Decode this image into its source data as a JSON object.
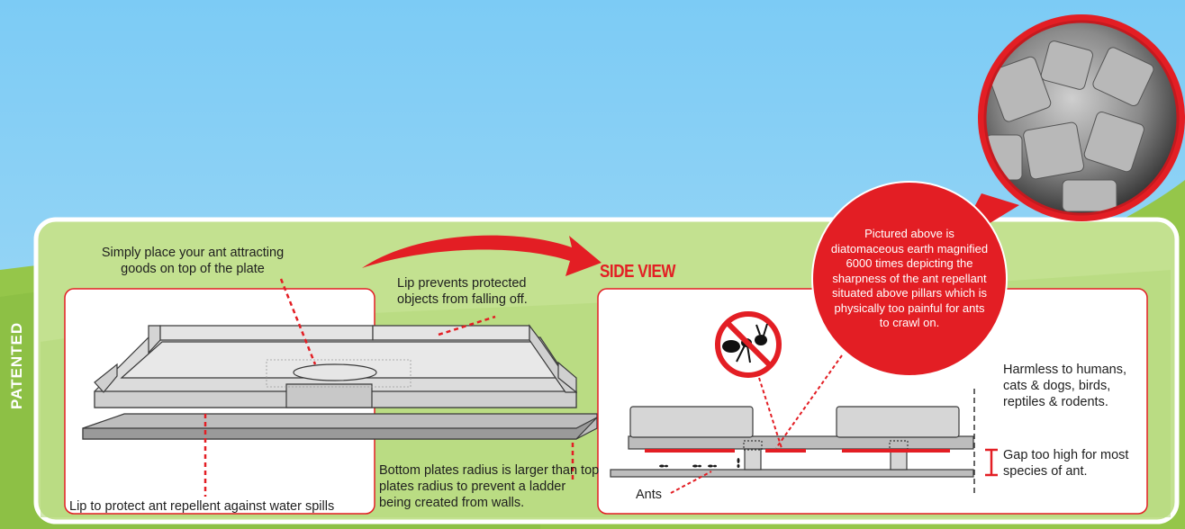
{
  "brand": {
    "patented_label": "PATENTED"
  },
  "callouts": {
    "place_goods": "Simply place your ant attracting goods on top of the plate",
    "lip_prevents": "Lip prevents protected objects from falling off.",
    "lip_protect": "Lip to protect ant repellent against water spills",
    "bottom_plates": "Bottom plates radius is larger than top plates radius to prevent a ladder being created from walls."
  },
  "side_view": {
    "title": "SIDE VIEW",
    "harmless": "Harmless to humans, cats & dogs, birds, reptiles & rodents.",
    "gap": "Gap too high for most species of ant.",
    "ants": "Ants"
  },
  "magnifier": {
    "caption": "Pictured above is diatomaceous earth magnified 6000 times depicting the sharpness of the ant repellant situated above pillars which is physically too painful for ants to crawl on."
  },
  "colors": {
    "accent_red": "#e31e24",
    "sky": "#8fd0f4",
    "grass": "#a6cc5c",
    "panel": "#c3e190"
  },
  "icons": [
    "no-ants-icon",
    "curved-arrow-icon",
    "magnifier-lens-icon"
  ]
}
